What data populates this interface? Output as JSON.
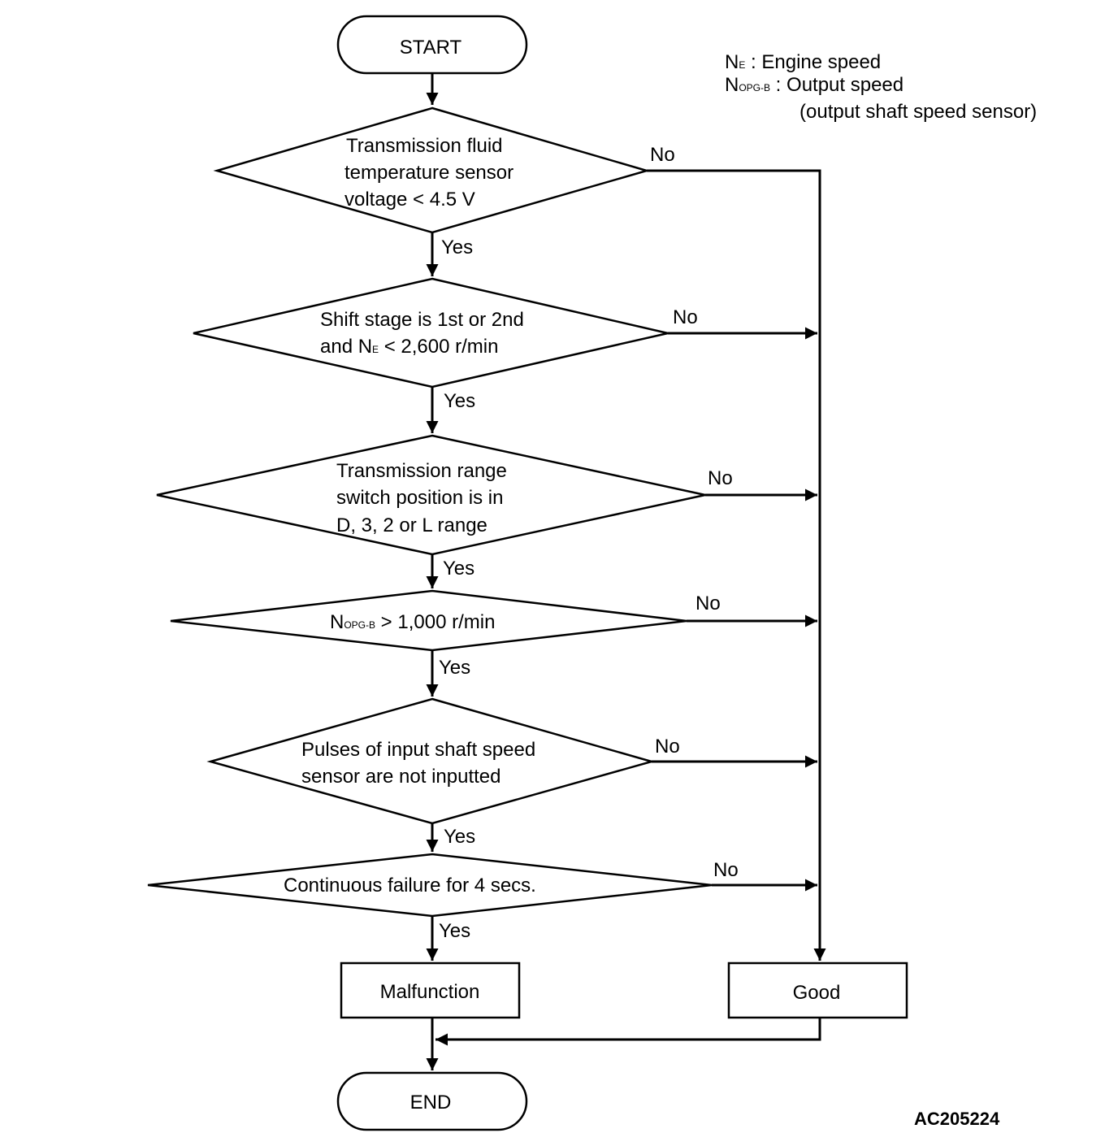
{
  "start": "START",
  "end": "END",
  "legend": {
    "ne_symbol": "N",
    "ne_sub": "E",
    "ne_desc": " : Engine speed",
    "nopg_symbol": "N",
    "nopg_sub": "OPG-B",
    "nopg_desc": " : Output speed",
    "nopg_desc2": "(output shaft speed sensor)"
  },
  "decisions": {
    "d1": {
      "line1": "Transmission fluid",
      "line2": "temperature sensor",
      "line3": "voltage < 4.5 V"
    },
    "d2": {
      "line1": "Shift stage is 1st or 2nd",
      "line2a": "and N",
      "line2sub": "E",
      "line2b": " < 2,600 r/min"
    },
    "d3": {
      "line1": "Transmission range",
      "line2": "switch position is in",
      "line3": "D, 3, 2 or L range"
    },
    "d4": {
      "a": "N",
      "sub": "OPG-B",
      "b": " > 1,000 r/min"
    },
    "d5": {
      "line1": "Pulses of input shaft speed",
      "line2": "sensor are not inputted"
    },
    "d6": {
      "line1": "Continuous failure for 4 secs."
    }
  },
  "labels": {
    "yes": "Yes",
    "no": "No"
  },
  "outcomes": {
    "malfunction": "Malfunction",
    "good": "Good"
  },
  "figure_code": "AC205224"
}
